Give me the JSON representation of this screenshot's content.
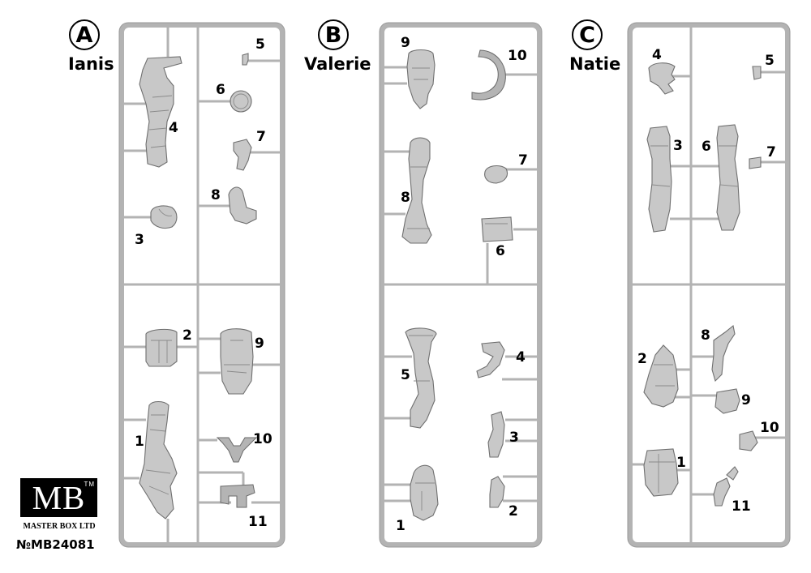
{
  "sprues": [
    {
      "letter": "A",
      "figure_name": "Ianis",
      "part_numbers": [
        "5",
        "6",
        "4",
        "7",
        "8",
        "3",
        "2",
        "9",
        "1",
        "10",
        "11"
      ]
    },
    {
      "letter": "B",
      "figure_name": "Valerie",
      "part_numbers": [
        "9",
        "10",
        "7",
        "8",
        "6",
        "5",
        "4",
        "3",
        "1",
        "2"
      ]
    },
    {
      "letter": "C",
      "figure_name": "Natie",
      "part_numbers": [
        "4",
        "5",
        "3",
        "6",
        "7",
        "8",
        "2",
        "9",
        "10",
        "1",
        "11"
      ]
    }
  ],
  "manufacturer": {
    "logo_text": "MB",
    "logo_tm": "TM",
    "company": "MASTER BOX LTD",
    "catalog_number": "№MB24081"
  },
  "colors": {
    "sprue": "#b3b3b3",
    "part": "#c8c8c8",
    "text": "#000000"
  }
}
